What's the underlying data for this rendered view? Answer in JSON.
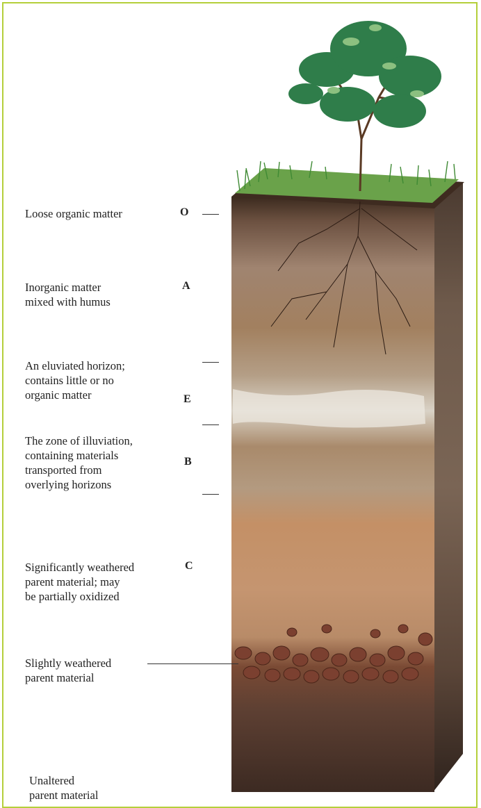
{
  "horizons": [
    {
      "letter": "O",
      "description": "Loose organic matter"
    },
    {
      "letter": "A",
      "description_lines": [
        "Inorganic matter",
        "mixed with humus"
      ]
    },
    {
      "letter": "E",
      "description_lines": [
        "An eluviated horizon;",
        "contains little or no",
        "organic matter"
      ]
    },
    {
      "letter": "B",
      "description_lines": [
        "The zone of illuviation,",
        "containing materials",
        "transported from",
        "overlying horizons"
      ]
    },
    {
      "letter": "C",
      "description_lines": [
        "Significantly weathered",
        "parent material; may",
        "be partially oxidized"
      ]
    }
  ],
  "lower_labels": {
    "slightly_weathered": [
      "Slightly weathered",
      "parent material"
    ],
    "unaltered": [
      "Unaltered",
      "parent material"
    ]
  },
  "colors": {
    "frame": "#b4cf3a"
  }
}
